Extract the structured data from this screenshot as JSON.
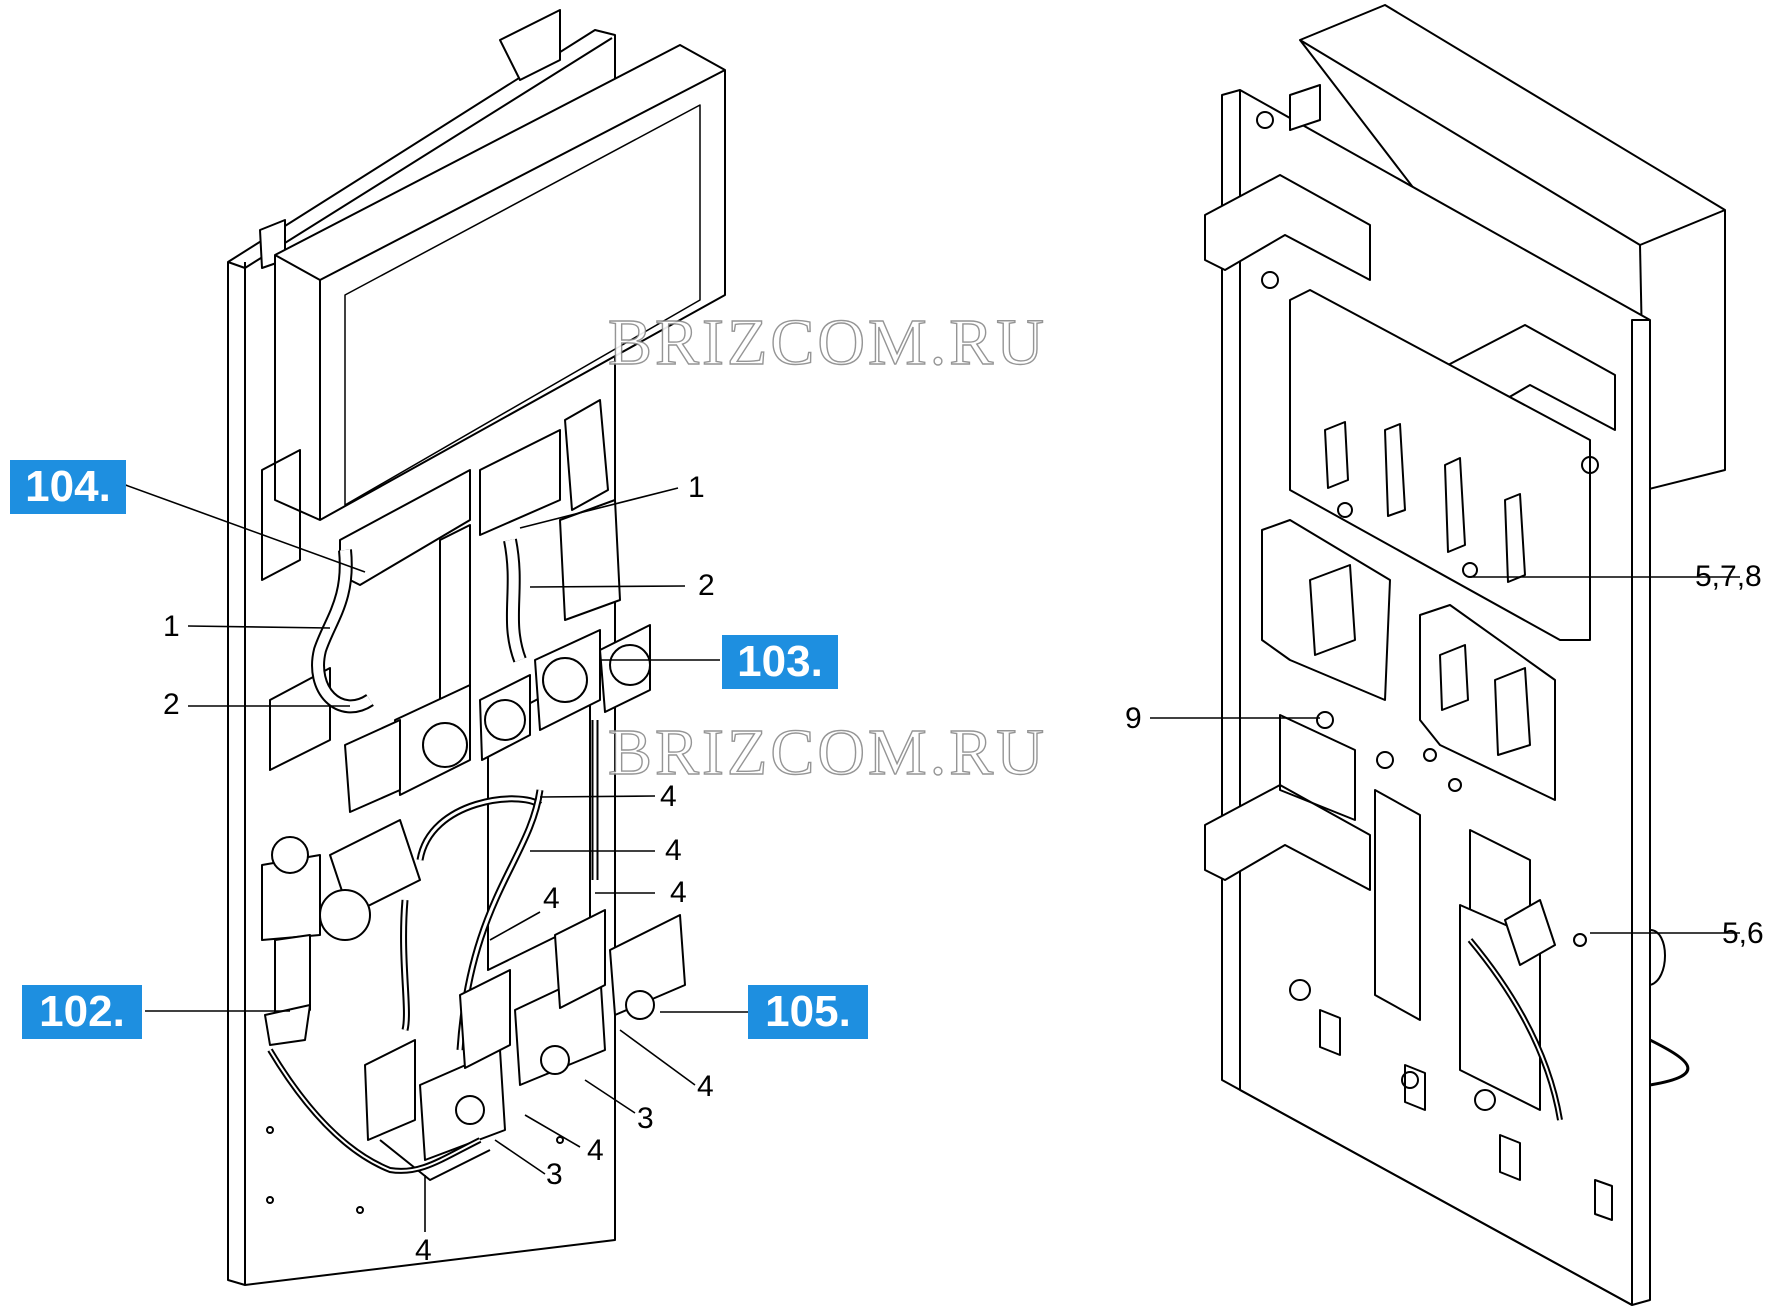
{
  "callouts": {
    "c104": "104.",
    "c103": "103.",
    "c102": "102.",
    "c105": "105."
  },
  "watermark": "BRIZCOM.RU",
  "left_labels": {
    "l1a": "1",
    "l2a": "2",
    "l1b": "1",
    "l2b": "2",
    "l4a": "4",
    "l4b": "4",
    "l4c": "4",
    "l4d": "4",
    "l4e": "4",
    "l3a": "3",
    "l4f": "4",
    "l3b": "3",
    "l4g": "4"
  },
  "right_labels": {
    "r578": "5,7,8",
    "r9": "9",
    "r56": "5,6"
  },
  "colors": {
    "callout_bg": "#1e8fe0",
    "line": "#000000"
  }
}
